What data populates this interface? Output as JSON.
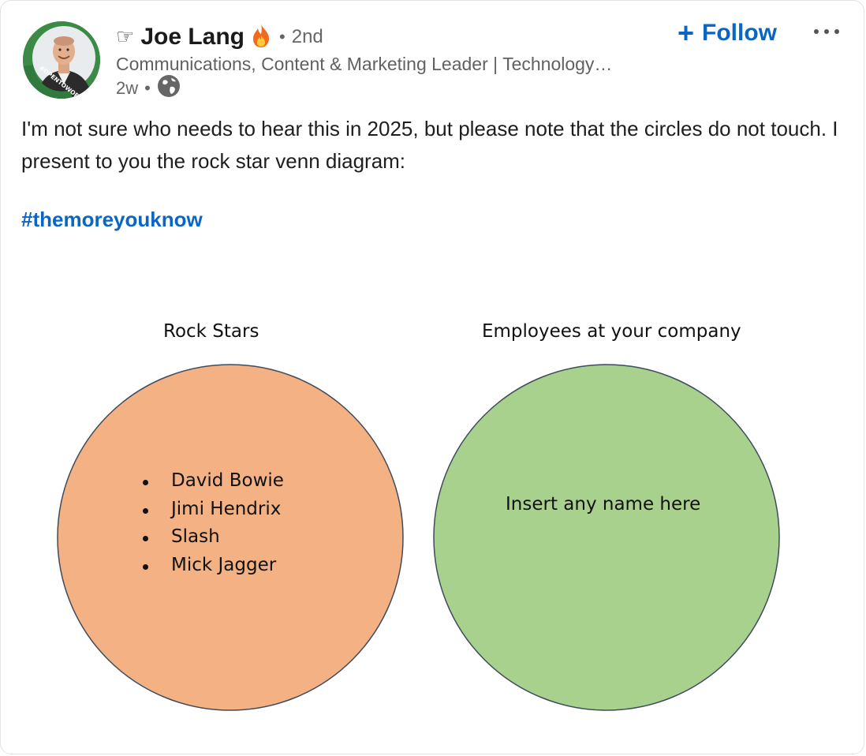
{
  "post": {
    "author": {
      "prefix_icon": "pointing-hand-icon",
      "prefix_glyph": "☞",
      "name": "Joe Lang",
      "name_icon": "fire-icon",
      "connection_degree": "2nd",
      "headline": "Communications, Content & Marketing Leader | Technology…",
      "avatar_badge": "#OPENTOWORK"
    },
    "meta": {
      "time": "2w",
      "separator": "•",
      "visibility_icon": "globe-icon"
    },
    "actions": {
      "follow_plus": "+",
      "follow_label": "Follow",
      "more_icon": "more-options-icon"
    },
    "text": "I'm not sure who needs to hear this in 2025, but please note that the circles do not touch. I present to you the rock star venn diagram:",
    "hashtag": "#themoreyouknow"
  },
  "diagram": {
    "left_set": {
      "title": "Rock Stars",
      "items": [
        "David Bowie",
        "Jimi Hendrix",
        "Slash",
        "Mick Jagger"
      ],
      "color": "#f4b183"
    },
    "right_set": {
      "title": "Employees at your company",
      "text": "Insert any name here",
      "color": "#a9d18e"
    }
  },
  "colors": {
    "link": "#0a66c2",
    "avatar_ring": "#2f7a3c"
  }
}
